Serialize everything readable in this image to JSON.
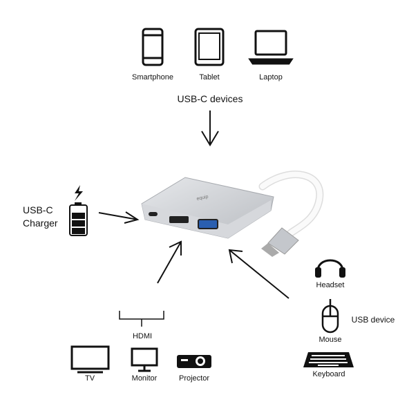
{
  "top_devices": {
    "title": "USB-C devices",
    "items": [
      {
        "label": "Smartphone",
        "icon": "smartphone-icon"
      },
      {
        "label": "Tablet",
        "icon": "tablet-icon"
      },
      {
        "label": "Laptop",
        "icon": "laptop-icon"
      }
    ]
  },
  "charger": {
    "label_line1": "USB-C",
    "label_line2": "Charger",
    "icon": "battery-charging-icon"
  },
  "hdmi": {
    "title": "HDMI",
    "items": [
      {
        "label": "TV",
        "icon": "tv-icon"
      },
      {
        "label": "Monitor",
        "icon": "monitor-icon"
      },
      {
        "label": "Projector",
        "icon": "projector-icon"
      }
    ]
  },
  "usb": {
    "title": "USB device",
    "items": [
      {
        "label": "Headset",
        "icon": "headset-icon"
      },
      {
        "label": "Mouse",
        "icon": "mouse-icon"
      },
      {
        "label": "Keyboard",
        "icon": "keyboard-icon"
      }
    ]
  },
  "colors": {
    "hub": "#c9ccd1",
    "cable": "#f2f2f2"
  }
}
